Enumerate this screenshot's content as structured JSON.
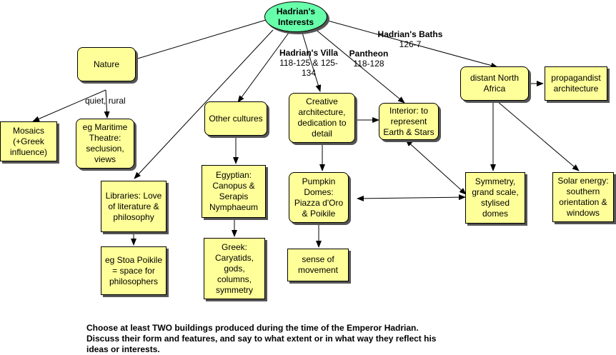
{
  "nodes": {
    "center": "Hadrian's Interests",
    "nature": "Nature",
    "mosaics": "Mosaics (+Greek influence)",
    "maritime": "eg Maritime Theatre: seclusion, views",
    "libraries": "Libraries: Love of literature & philosophy",
    "stoa": "eg Stoa Poikile = space for philosophers",
    "other_cultures": "Other cultures",
    "egyptian": "Egyptian: Canopus & Serapis Nymphaeum",
    "greek": "Greek: Caryatids, gods, columns, symmetry",
    "creative": "Creative architecture, dedication to detail",
    "pumpkin": "Pumpkin Domes: Piazza d'Oro & Poikile",
    "movement": "sense of movement",
    "interior": "Interior: to represent Earth & Stars",
    "africa": "distant North Africa",
    "propagandist": "propagandist architecture",
    "symmetry": "Symmetry, grand scale, stylised domes",
    "solar": "Solar energy: southern orientation & windows"
  },
  "labels": {
    "quiet": "quiet, rural",
    "villa_title": "Hadrian's Villa",
    "villa_dates_1": "118-125 & 125-",
    "villa_dates_2": "134",
    "pantheon_title": "Pantheon",
    "pantheon_dates": "118-128",
    "baths_title": "Hadrian's Baths",
    "baths_dates": "126-7"
  },
  "prompt": {
    "line1": "Choose at least TWO buildings produced during the time of the Emperor Hadrian.",
    "line2": "Discuss their form and features, and say to what extent or in what way they reflect his",
    "line3": "ideas or interests."
  },
  "colors": {
    "node_fill": "#ffff99",
    "center_fill": "#66ffaa",
    "shadow": "#555555",
    "line": "#000000"
  }
}
